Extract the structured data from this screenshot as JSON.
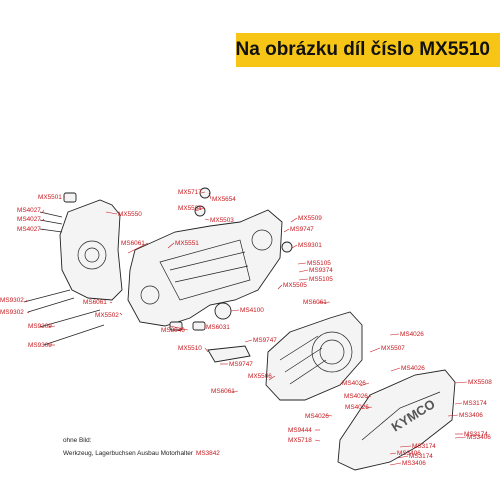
{
  "banner": {
    "text": "Na obrázku díl číslo MX5510",
    "color": "#f7c516"
  },
  "colors": {
    "label": "#c8181e",
    "line": "#222222"
  },
  "labels": [
    "MX5501",
    "MS4027",
    "MS4027",
    "MS4027",
    "MX5550",
    "MS6061",
    "MX5551",
    "MX5717",
    "MX5504",
    "MX5654",
    "MX5503",
    "MX5509",
    "MS9747",
    "MS9301",
    "MS5105",
    "MS9374",
    "MS5105",
    "MX5505",
    "MS9302",
    "MS9302",
    "MS6061",
    "MX5502",
    "MS9309",
    "MS9309",
    "MS8046",
    "MS6031",
    "MS4100",
    "MS6061",
    "MS4026",
    "MX5510",
    "MS9747",
    "MX5507",
    "MS9747",
    "MX5506",
    "MS4026",
    "MS6061",
    "MS4026",
    "MS4026",
    "MS4026",
    "MS4026",
    "MX5508",
    "MS3174",
    "MS3406",
    "MS9444",
    "MX5718",
    "MS3174",
    "MS3174",
    "MS3406",
    "MS3174",
    "MS3406",
    "MS3406"
  ],
  "notes": {
    "heading": "ohne Bild:",
    "item": "Werkzeug, Lagerbuchsen Ausbau Motorhalter",
    "code": "MS3842"
  },
  "brand_text": "KYMCO"
}
